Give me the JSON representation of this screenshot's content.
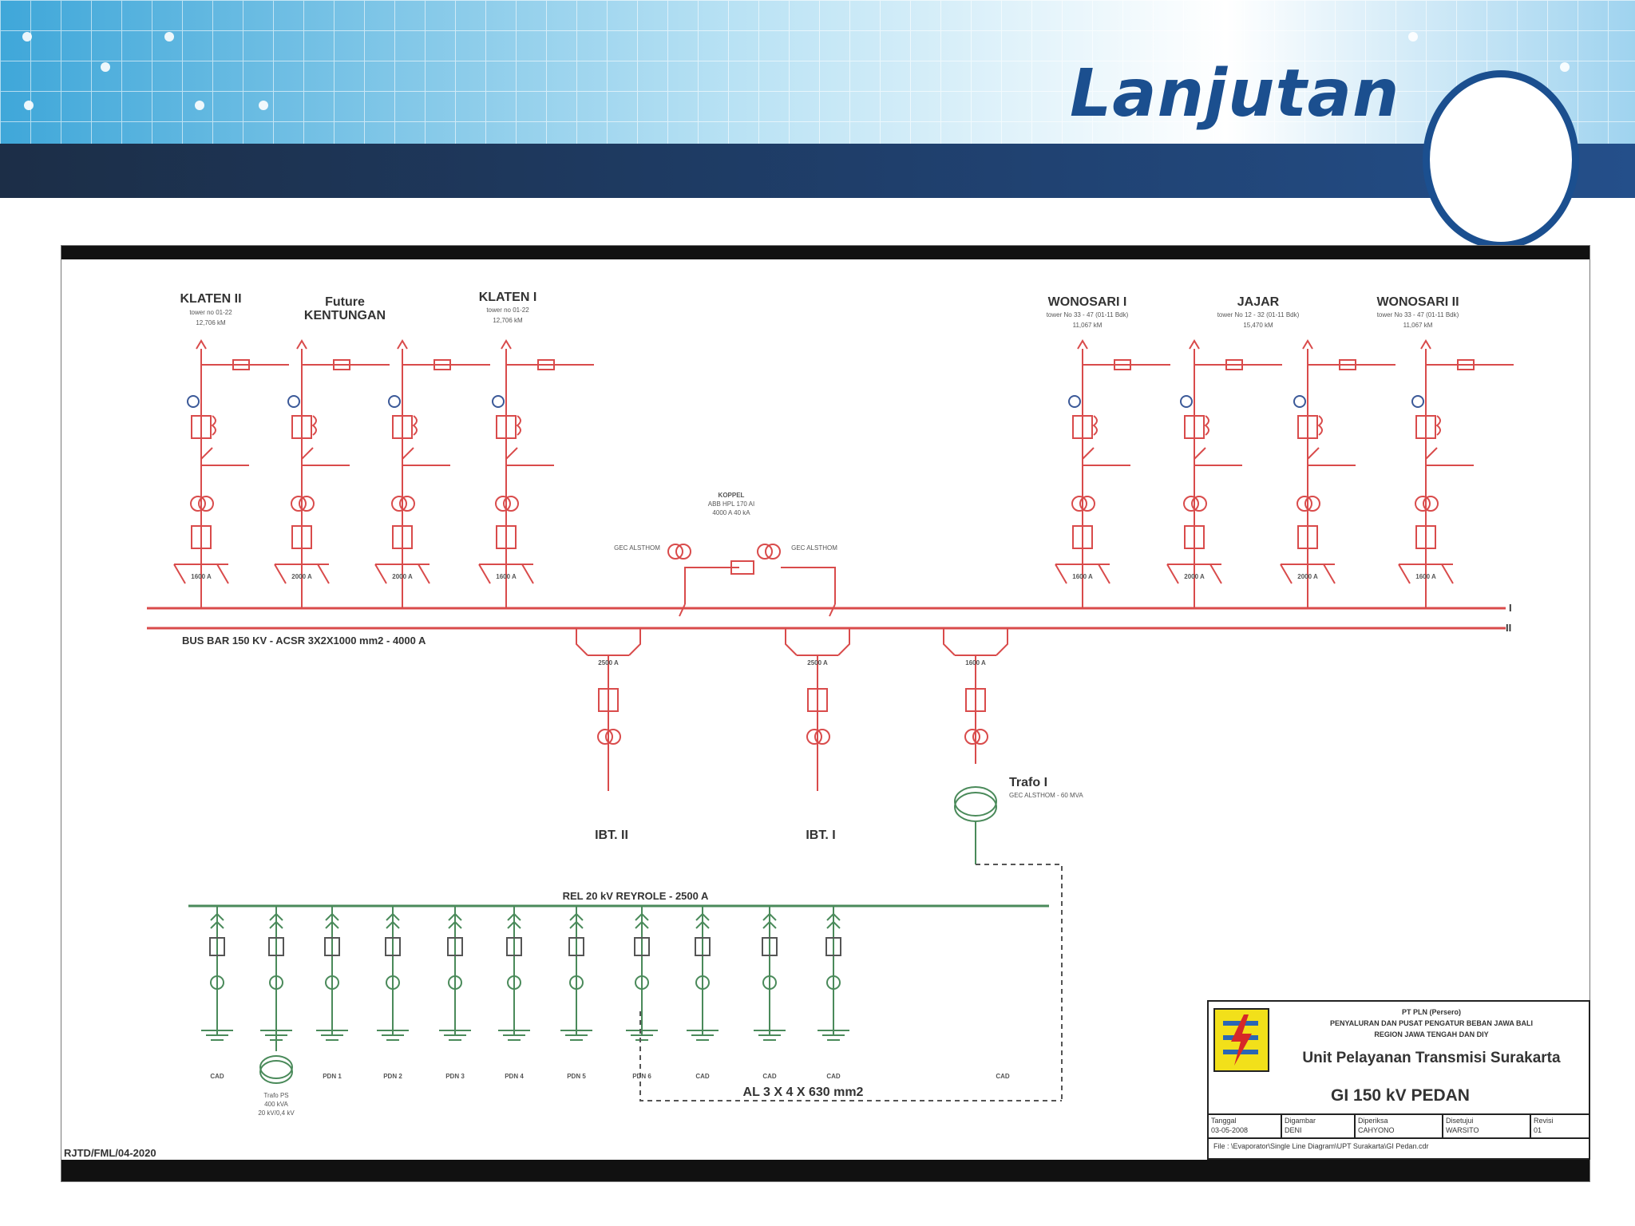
{
  "slide": {
    "title": "Lanjutan"
  },
  "colors": {
    "title": "#1b4f8f",
    "band": "#1f3f6c",
    "line_red": "#d94b4b",
    "line_green": "#4a8a5a",
    "line_dark": "#222222"
  },
  "diagram": {
    "top_feeders": [
      {
        "name": "KLATEN II",
        "tower": "tower no 01-22",
        "dist": "12,706 kM"
      },
      {
        "name_line1": "Future",
        "name": "KENTUNGAN"
      },
      {
        "name": "KLATEN I",
        "tower": "tower no 01-22",
        "dist": "12,706 kM"
      },
      {
        "name": "WONOSARI I",
        "tower": "tower No 33 - 47 (01-11 Bdk)",
        "dist": "11,067 kM"
      },
      {
        "name": "JAJAR",
        "tower": "tower No 12 - 32 (01-11 Bdk)",
        "dist": "15,470 kM"
      },
      {
        "name": "WONOSARI II",
        "tower": "tower No 33 - 47 (01-11 Bdk)",
        "dist": "11,067 kM"
      }
    ],
    "bay_ratings_top": [
      "1600 A",
      "2000 A",
      "2000 A",
      "1600 A",
      "1600 A",
      "2000 A",
      "2000 A",
      "1600 A"
    ],
    "koppel": {
      "line1": "KOPPEL",
      "line2": "ABB HPL 170 AI",
      "line3": "4000 A 40 kA",
      "ct_left": "GEC ALSTHOM",
      "ct_right": "GEC ALSTHOM"
    },
    "busbar": {
      "label": "BUS BAR 150 KV  -  ACSR  3X2X1000 mm2  -  4000 A",
      "bus1": "I",
      "bus2": "II"
    },
    "lower_bays": [
      {
        "rating": "2500 A",
        "name": "IBT. II"
      },
      {
        "rating": "2500 A",
        "name": "IBT. I"
      },
      {
        "rating": "1600 A",
        "name": "Trafo I",
        "spec": "GEC ALSTHOM - 60 MVA"
      }
    ],
    "rel20": {
      "label": "REL 20 kV REYROLE  -  2500 A"
    },
    "feeders_20kv": [
      "CAD",
      "PDN 1",
      "PDN 2",
      "PDN 3",
      "PDN 4",
      "PDN 5",
      "PDN 6",
      "CAD",
      "CAD",
      "CAD",
      "CAD"
    ],
    "trafo_ps": {
      "name": "Trafo PS",
      "spec1": "400 kVA",
      "spec2": "20 kV/0,4 kV"
    },
    "cable_label": "AL 3 X 4 X 630 mm2",
    "doc_code": "RJTD/FML/04-2020"
  },
  "title_block": {
    "company_line1": "PT PLN (Persero)",
    "company_line2": "PENYALURAN DAN PUSAT PENGATUR BEBAN JAWA BALI",
    "company_line3": "REGION JAWA TENGAH DAN DIY",
    "unit": "Unit Pelayanan Transmisi Surakarta",
    "gi": "GI 150 kV PEDAN",
    "cells": [
      {
        "head": "Tanggal",
        "value": "03-05-2008"
      },
      {
        "head": "Digambar",
        "value": "DENI"
      },
      {
        "head": "Diperiksa",
        "value": "CAHYONO"
      },
      {
        "head": "Disetujui",
        "value": "WARSITO"
      },
      {
        "head": "Revisi",
        "value": "01"
      }
    ],
    "file": "File : \\Evaporator\\Single Line Diagram\\UPT Surakarta\\GI Pedan.cdr"
  }
}
